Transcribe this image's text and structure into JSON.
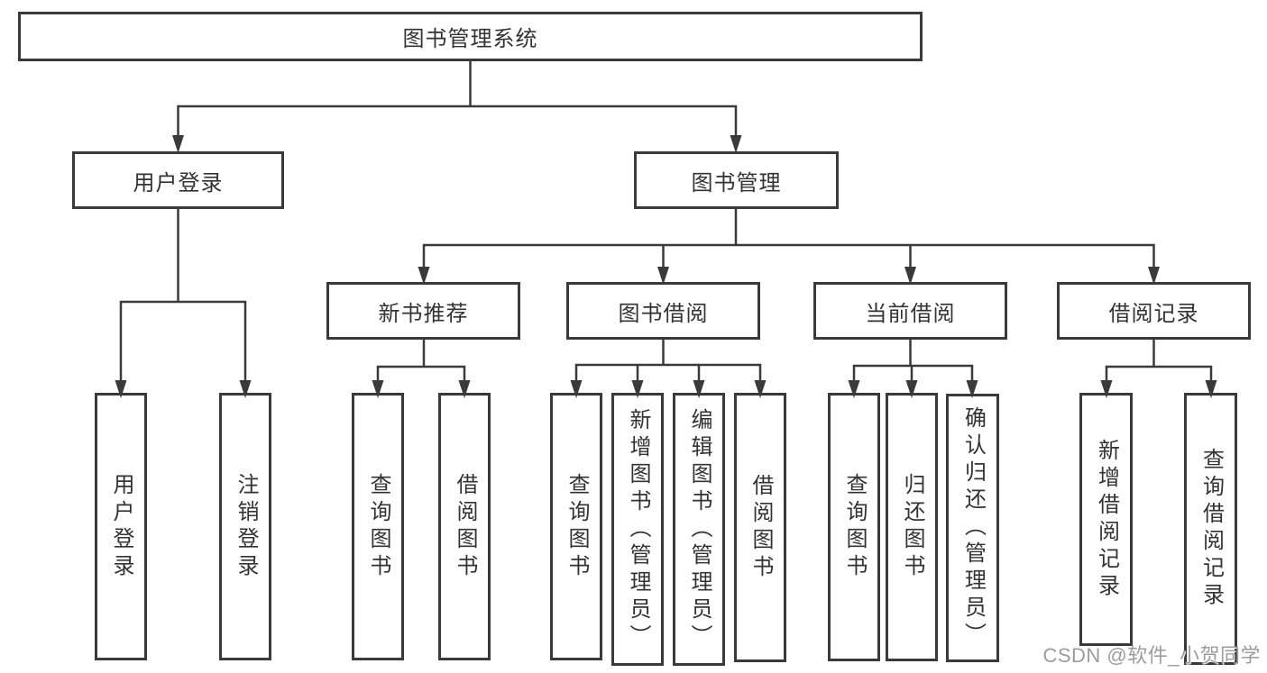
{
  "colors": {
    "line": "#3a3a3a",
    "box_border": "#3a3a3a",
    "text": "#333333",
    "watermark": "#9c9c9c",
    "background": "#ffffff"
  },
  "tree": {
    "label": "图书管理系统",
    "children": [
      {
        "label": "用户登录",
        "children": [
          {
            "label": "用户登录"
          },
          {
            "label": "注销登录"
          }
        ]
      },
      {
        "label": "图书管理",
        "children": [
          {
            "label": "新书推荐",
            "children": [
              {
                "label": "查询图书"
              },
              {
                "label": "借阅图书"
              }
            ]
          },
          {
            "label": "图书借阅",
            "children": [
              {
                "label": "查询图书"
              },
              {
                "label": "新增图书（管理员）"
              },
              {
                "label": "编辑图书（管理员）"
              },
              {
                "label": "借阅图书"
              }
            ]
          },
          {
            "label": "当前借阅",
            "children": [
              {
                "label": "查询图书"
              },
              {
                "label": "归还图书"
              },
              {
                "label": "确认归还（管理员）"
              }
            ]
          },
          {
            "label": "借阅记录",
            "children": [
              {
                "label": "新增借阅记录"
              },
              {
                "label": "查询借阅记录"
              }
            ]
          }
        ]
      }
    ]
  },
  "watermark": {
    "text": "CSDN @软件_小贺同学"
  }
}
